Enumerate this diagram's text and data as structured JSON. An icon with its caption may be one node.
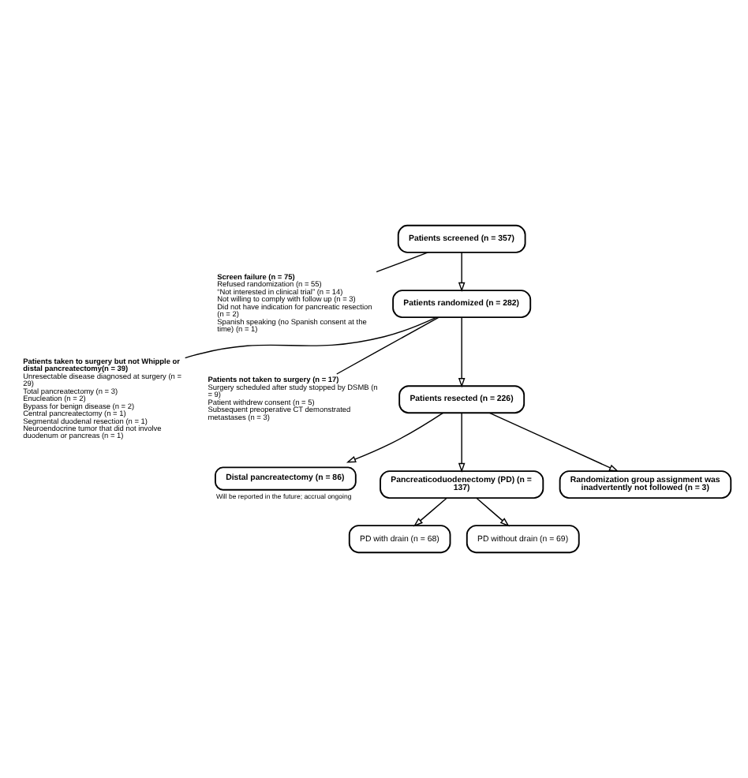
{
  "diagram": {
    "nodes": [
      {
        "text": [
          "Patients screened (n = 357)"
        ]
      },
      {
        "text": [
          "Screen failure (n = 75)",
          "Refused randomization (n = 55)",
          "“Not interested in clinical trial” (n = 14)",
          "Not willing to comply with follow up (n = 3)",
          "Did not have indication for pancreatic resection (n = 2)",
          "Spanish speaking (no Spanish consent at the time) (n = 1)"
        ]
      },
      {
        "text": [
          "Patients randomized (n = 282)"
        ]
      },
      {
        "text": [
          "Patients taken to surgery but not Whipple or distal pancreatectomy(n = 39)",
          "Unresectable disease diagnosed at surgery (n = 29)",
          "Total pancreatectomy (n = 3)",
          "Enucleation (n = 2)",
          "Bypass for benign disease (n = 2)",
          "Central pancreatectomy (n = 1)",
          "Segmental duodenal resection (n = 1)",
          "Neuroendocrine tumor that did not involve duodenum or pancreas (n = 1)"
        ]
      },
      {
        "text": [
          "Patients not taken to surgery (n = 17)",
          "Surgery scheduled after study stopped by DSMB (n = 9)",
          "Patient withdrew consent (n = 5)",
          "Subsequent preoperative CT demonstrated metastases (n = 3)"
        ]
      },
      {
        "text": [
          "Patients resected (n = 226)"
        ]
      },
      {
        "text": [
          "Distal pancreatectomy (n = 86)"
        ],
        "beside": [
          "Will be reported in the future; accrual ongoing"
        ]
      },
      {
        "text": [
          "Pancreaticoduodenectomy (PD) (n = 137)"
        ]
      },
      {
        "text": [
          "Randomization group assignment was inadvertently not followed (n = 3)"
        ]
      },
      {
        "text": [
          "PD with drain (n = 68)"
        ]
      },
      {
        "text": [
          "PD without drain (n = 69)"
        ]
      }
    ],
    "edges": [
      {
        "from": 0,
        "to": 2,
        "arrow": "to"
      },
      {
        "from": 0,
        "to": 1,
        "arrow": "none"
      },
      {
        "from": 2,
        "to": 5,
        "arrow": "to"
      },
      {
        "from": 2,
        "to": 3,
        "arrow": "none"
      },
      {
        "from": 2,
        "to": 4,
        "arrow": "none"
      },
      {
        "from": 5,
        "to": 6,
        "arrow": "to"
      },
      {
        "from": 5,
        "to": 7,
        "arrow": "to"
      },
      {
        "from": 5,
        "to": 8,
        "arrow": "to"
      },
      {
        "from": 7,
        "to": 9,
        "arrow": "to"
      },
      {
        "from": 7,
        "to": 10,
        "arrow": "to"
      }
    ]
  }
}
